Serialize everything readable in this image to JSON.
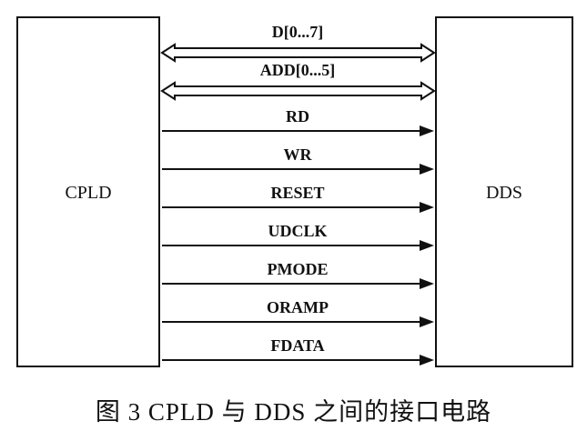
{
  "blocks": {
    "left": "CPLD",
    "right": "DDS"
  },
  "signals": [
    {
      "label": "D[0...7]",
      "direction": "bidirectional"
    },
    {
      "label": "ADD[0...5]",
      "direction": "bidirectional"
    },
    {
      "label": "RD",
      "direction": "to-right"
    },
    {
      "label": "WR",
      "direction": "to-right"
    },
    {
      "label": "RESET",
      "direction": "to-right"
    },
    {
      "label": "UDCLK",
      "direction": "to-right"
    },
    {
      "label": "PMODE",
      "direction": "to-right"
    },
    {
      "label": "ORAMP",
      "direction": "to-right"
    },
    {
      "label": "FDATA",
      "direction": "to-right"
    }
  ],
  "caption": "图 3   CPLD 与 DDS 之间的接口电路",
  "colors": {
    "ink": "#111111",
    "background": "#ffffff"
  }
}
